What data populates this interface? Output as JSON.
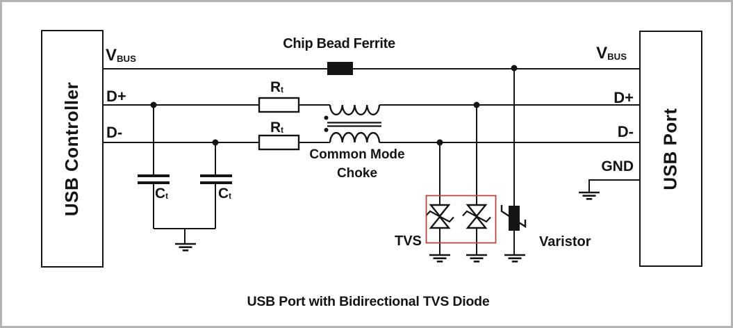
{
  "title": "USB Port with Bidirectional TVS Diode",
  "blocks": {
    "controller": "USB Controller",
    "port": "USB Port"
  },
  "signals": {
    "vbus": {
      "main": "V",
      "sub": "BUS"
    },
    "dplus": "D+",
    "dminus": "D-",
    "gnd": "GND"
  },
  "components": {
    "ferrite": "Chip Bead Ferrite",
    "choke_line1": "Common Mode",
    "choke_line2": "Choke",
    "resistor": {
      "main": "R",
      "sub": "t"
    },
    "capacitor": {
      "main": "C",
      "sub": "t"
    },
    "tvs": "TVS",
    "varistor": "Varistor"
  },
  "colors": {
    "wire": "#141414",
    "component_fill": "#141414",
    "highlight_box": "#b84743",
    "frame": "#b3b3b3",
    "background": "#ffffff"
  }
}
